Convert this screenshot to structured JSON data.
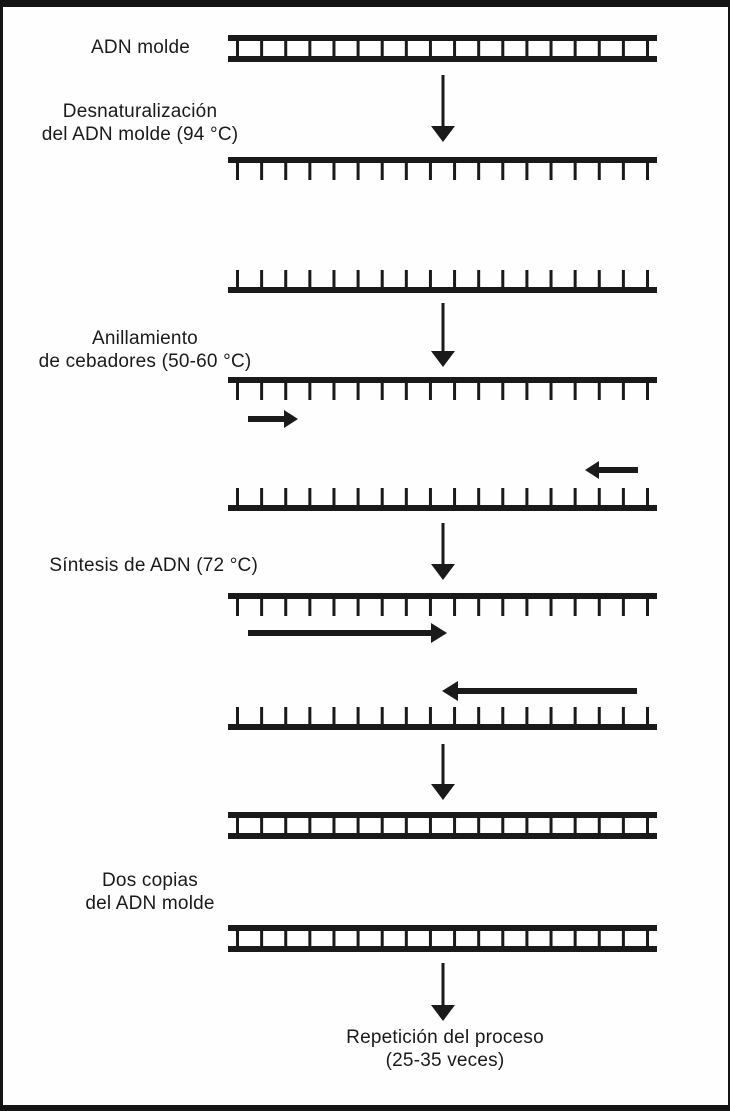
{
  "figure_kind": "pcr-process-diagram",
  "colors": {
    "ink": "#1a1a1a",
    "background": "#fefefe",
    "frame": "#141414"
  },
  "labels": {
    "adn_molde": [
      "ADN molde"
    ],
    "desnaturalizacion": [
      "Desnaturalización",
      "del ADN molde (94 °C)"
    ],
    "anillamiento": [
      "Anillamiento",
      "de cebadores (50-60 °C)"
    ],
    "sintesis": [
      "Síntesis de ADN (72 °C)"
    ],
    "dos_copias": [
      "Dos copias",
      "del ADN molde"
    ],
    "repeticion": [
      "Repetición del proceso",
      "(25-35 veces)"
    ]
  }
}
